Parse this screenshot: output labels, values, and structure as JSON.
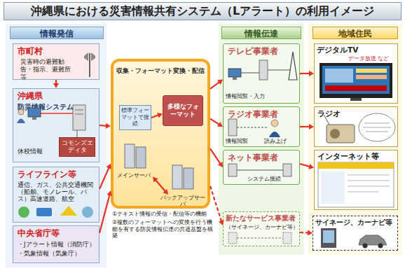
{
  "diagram": {
    "title": "沖縄県における災害情報共有システム（Lアラート）の利用イメージ",
    "nodes": [
      {
        "text": [
          "情報発信"
        ]
      },
      {
        "text": [
          "市町村",
          "災害時の避難勧告・指示、避難所等"
        ]
      },
      {
        "text": [
          "沖縄県",
          "防災情報システム",
          "休校情報"
        ]
      },
      {
        "text": [
          "コモンズエディタ"
        ],
        "in": 2
      },
      {
        "text": [
          "ライフライン等",
          "通信、ガス、公共交通機関（船舶、モノレール、バス）高速道路、航空"
        ]
      },
      {
        "text": [
          "中央省庁等",
          "・Jアラート情報（消防庁）",
          "・気象情報（気象庁）"
        ]
      },
      {
        "text": [
          "収集・フォーマット変換・配信"
        ]
      },
      {
        "text": [
          "標準フォーマットで接続"
        ],
        "in": 6
      },
      {
        "text": [
          "多様なフォーマット"
        ],
        "in": 6
      },
      {
        "text": [
          "メインサーバ"
        ],
        "in": 6
      },
      {
        "text": [
          "バックアップサーバ"
        ],
        "in": 6
      },
      {
        "text": [
          "情報伝達"
        ]
      },
      {
        "text": [
          "テレビ事業者",
          "情報閲覧・入力"
        ]
      },
      {
        "text": [
          "ラジオ事業者",
          "情報閲覧",
          "読み上げ"
        ]
      },
      {
        "text": [
          "ネット事業者",
          "システム接続"
        ]
      },
      {
        "text": [
          "新たなサービス事業者",
          "（サイネージ、カーナビ等）"
        ]
      },
      {
        "text": [
          "地域住民"
        ]
      },
      {
        "text": [
          "デジタルTV",
          "データ放送 など"
        ]
      },
      {
        "text": [
          "ラジオ"
        ]
      },
      {
        "text": [
          "インターネット等"
        ]
      },
      {
        "text": [
          "サイネージ、カーナビ等"
        ]
      }
    ],
    "edges": [
      {
        "from": 1,
        "to": 2,
        "arrow": "to"
      },
      {
        "from": 2,
        "to": 6,
        "arrow": "to"
      },
      {
        "from": 4,
        "to": 6,
        "arrow": "to"
      },
      {
        "from": 5,
        "to": 6,
        "arrow": "to"
      },
      {
        "from": 7,
        "to": 8,
        "arrow": "to"
      },
      {
        "from": 9,
        "to": 10,
        "arrow": "both"
      },
      {
        "from": 6,
        "to": 12,
        "arrow": "to"
      },
      {
        "from": 6,
        "to": 13,
        "arrow": "to"
      },
      {
        "from": 6,
        "to": 14,
        "arrow": "to"
      },
      {
        "from": 6,
        "to": 15,
        "arrow": "to"
      },
      {
        "from": 12,
        "to": 17,
        "arrow": "to"
      },
      {
        "from": 13,
        "to": 18,
        "arrow": "to"
      },
      {
        "from": 14,
        "to": 19,
        "arrow": "to"
      },
      {
        "from": 15,
        "to": 20,
        "arrow": "to"
      }
    ],
    "labels": [
      "①テキスト情報の受信・配信等の機能",
      "②複数のフォーマットへの変換を行う機能を有する防災情報伝達の共通基盤を構築"
    ]
  }
}
